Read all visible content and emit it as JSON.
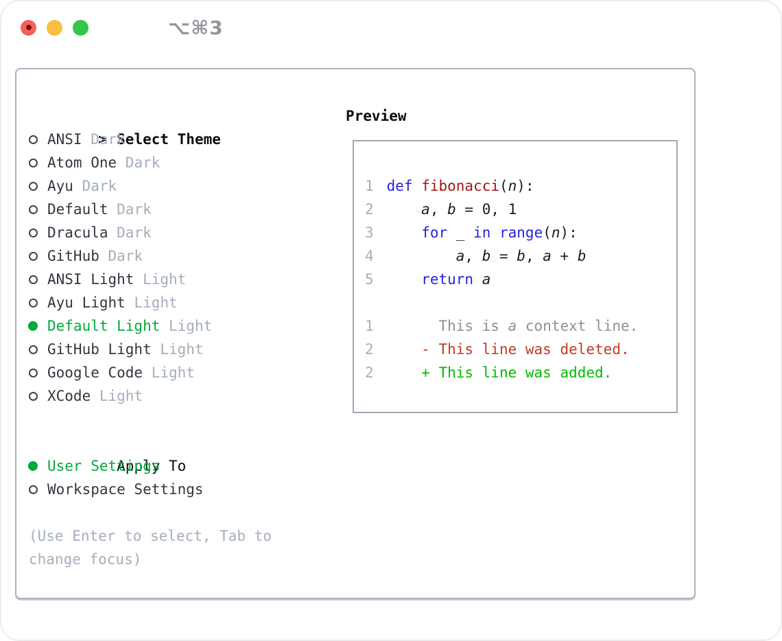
{
  "window": {
    "shortcut": "⌥⌘3"
  },
  "theme_list": {
    "header_prefix": ">",
    "header": "Select Theme",
    "items": [
      {
        "label": "ANSI",
        "tag": "Dark",
        "selected": false
      },
      {
        "label": "Atom One",
        "tag": "Dark",
        "selected": false
      },
      {
        "label": "Ayu",
        "tag": "Dark",
        "selected": false
      },
      {
        "label": "Default",
        "tag": "Dark",
        "selected": false
      },
      {
        "label": "Dracula",
        "tag": "Dark",
        "selected": false
      },
      {
        "label": "GitHub",
        "tag": "Dark",
        "selected": false
      },
      {
        "label": "ANSI Light",
        "tag": "Light",
        "selected": false
      },
      {
        "label": "Ayu Light",
        "tag": "Light",
        "selected": false
      },
      {
        "label": "Default Light",
        "tag": "Light",
        "selected": true
      },
      {
        "label": "GitHub Light",
        "tag": "Light",
        "selected": false
      },
      {
        "label": "Google Code",
        "tag": "Light",
        "selected": false
      },
      {
        "label": "XCode",
        "tag": "Light",
        "selected": false
      }
    ]
  },
  "apply_to": {
    "header": "Apply To",
    "items": [
      {
        "label": "User Settings",
        "selected": true
      },
      {
        "label": "Workspace Settings",
        "selected": false
      }
    ]
  },
  "hint": {
    "line1": "(Use Enter to select, Tab to",
    "line2": "change focus)"
  },
  "preview": {
    "header": "Preview",
    "code": [
      {
        "num": "1",
        "tokens": [
          {
            "t": "def",
            "c": "kw"
          },
          {
            "t": " ",
            "c": "plain"
          },
          {
            "t": "fibonacci",
            "c": "fn"
          },
          {
            "t": "(",
            "c": "plain"
          },
          {
            "t": "n",
            "c": "var"
          },
          {
            "t": "):",
            "c": "plain"
          }
        ]
      },
      {
        "num": "2",
        "tokens": [
          {
            "t": "    ",
            "c": "plain"
          },
          {
            "t": "a",
            "c": "var"
          },
          {
            "t": ", ",
            "c": "plain"
          },
          {
            "t": "b",
            "c": "var"
          },
          {
            "t": " = 0, 1",
            "c": "plain"
          }
        ]
      },
      {
        "num": "3",
        "tokens": [
          {
            "t": "    ",
            "c": "plain"
          },
          {
            "t": "for",
            "c": "kw"
          },
          {
            "t": " _ ",
            "c": "plain"
          },
          {
            "t": "in",
            "c": "kw"
          },
          {
            "t": " ",
            "c": "plain"
          },
          {
            "t": "range",
            "c": "kw"
          },
          {
            "t": "(",
            "c": "plain"
          },
          {
            "t": "n",
            "c": "var"
          },
          {
            "t": "):",
            "c": "plain"
          }
        ]
      },
      {
        "num": "4",
        "tokens": [
          {
            "t": "        ",
            "c": "plain"
          },
          {
            "t": "a",
            "c": "var"
          },
          {
            "t": ", ",
            "c": "plain"
          },
          {
            "t": "b",
            "c": "var"
          },
          {
            "t": " = ",
            "c": "plain"
          },
          {
            "t": "b",
            "c": "var"
          },
          {
            "t": ", ",
            "c": "plain"
          },
          {
            "t": "a",
            "c": "var"
          },
          {
            "t": " + ",
            "c": "plain"
          },
          {
            "t": "b",
            "c": "var"
          }
        ]
      },
      {
        "num": "5",
        "tokens": [
          {
            "t": "    ",
            "c": "plain"
          },
          {
            "t": "return",
            "c": "kw"
          },
          {
            "t": " ",
            "c": "plain"
          },
          {
            "t": "a",
            "c": "var"
          }
        ]
      }
    ],
    "diff": [
      {
        "num": "1",
        "kind": "context",
        "tokens": [
          {
            "t": "      This is ",
            "c": "plain"
          },
          {
            "t": "a",
            "c": "var"
          },
          {
            "t": " context line.",
            "c": "plain"
          }
        ]
      },
      {
        "num": "2",
        "kind": "deleted",
        "tokens": [
          {
            "t": "    - This line was deleted.",
            "c": "plain"
          }
        ]
      },
      {
        "num": "2",
        "kind": "added",
        "tokens": [
          {
            "t": "    + This line was added.",
            "c": "plain"
          }
        ]
      }
    ]
  },
  "colors": {
    "c-window-border": "#ececec",
    "c-panel-border": "#a9b2bd",
    "c-box-border": "#9fa9b4",
    "c-header": "#0c0e11",
    "c-text": "#31363f",
    "c-tag": "#a4aebb",
    "c-hint": "#a4aebb",
    "c-ln": "#a4aebb",
    "c-sel": "#00a93b",
    "c-kw": "#2323dd",
    "c-fn": "#a31515",
    "c-code": "#1a1d21",
    "c-ctx": "#8d9095",
    "c-del": "#c23a1e",
    "c-add": "#00bd00",
    "c-tl-red": "#f4605a",
    "c-tl-red-dot": "#7c120e",
    "c-tl-yellow": "#f9bd3f",
    "c-tl-green": "#33c748",
    "c-shortcut": "#92979e"
  }
}
